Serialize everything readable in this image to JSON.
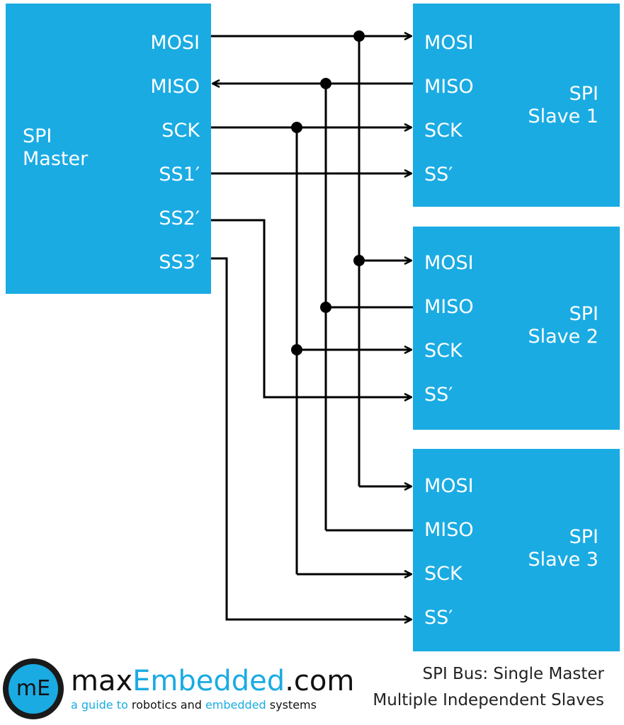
{
  "colors": {
    "block": "#1aabe3",
    "wire": "#000000",
    "text_on_block": "#ffffff"
  },
  "master": {
    "title": [
      "SPI",
      "Master"
    ],
    "pins": [
      "MOSI",
      "MISO",
      "SCK",
      "SS1′",
      "SS2′",
      "SS3′"
    ]
  },
  "slaves": [
    {
      "title": [
        "SPI",
        "Slave 1"
      ],
      "pins": [
        "MOSI",
        "MISO",
        "SCK",
        "SS′"
      ]
    },
    {
      "title": [
        "SPI",
        "Slave 2"
      ],
      "pins": [
        "MOSI",
        "MISO",
        "SCK",
        "SS′"
      ]
    },
    {
      "title": [
        "SPI",
        "Slave 3"
      ],
      "pins": [
        "MOSI",
        "MISO",
        "SCK",
        "SS′"
      ]
    }
  ],
  "branding": {
    "logo_text": "mE",
    "name_part1": "max",
    "name_part2": "Embedded",
    "name_part3": ".com",
    "tagline_a": "a guide to",
    "tagline_b": " robotics and ",
    "tagline_c": "embedded",
    "tagline_d": " systems"
  },
  "caption": [
    "SPI Bus: Single Master",
    "Multiple Independent Slaves"
  ]
}
